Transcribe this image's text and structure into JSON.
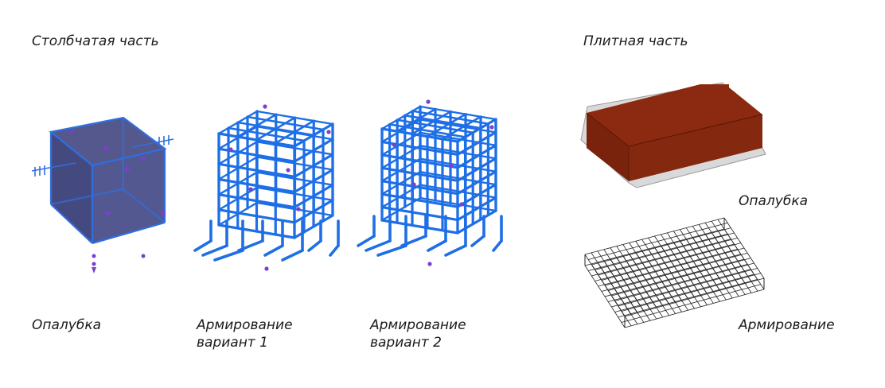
{
  "column_part": {
    "title": "Столбчатая часть",
    "formwork_caption": "Опалубка",
    "rebar_v1_caption_line1": "Армирование",
    "rebar_v1_caption_line2": "вариант 1",
    "rebar_v2_caption_line1": "Армирование",
    "rebar_v2_caption_line2": "вариант 2"
  },
  "slab_part": {
    "title": "Плитная часть",
    "formwork_caption": "Опалубка",
    "rebar_caption": "Армирование"
  },
  "colors": {
    "cube_fill": "#4b4f86",
    "cube_edge": "#2f6fe0",
    "rebar_blue": "#1e6fe6",
    "marker_purple": "#7a3fd0",
    "slab_top": "#8b2a10",
    "slab_side": "#7a230c",
    "slab_base": "#d9d9d9",
    "mesh_line": "#222222"
  }
}
